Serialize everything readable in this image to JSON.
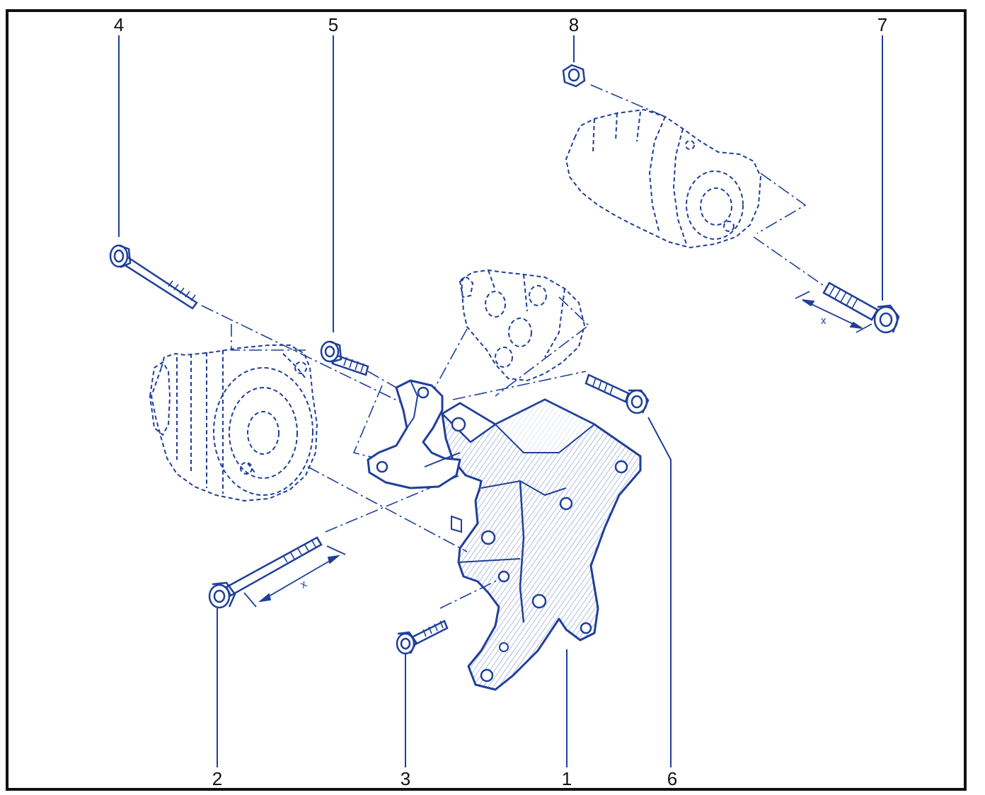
{
  "diagram": {
    "colors": {
      "ink": "#1f3f9a",
      "hatch": "#6b7fc4",
      "frame": "#111111",
      "label": "#111111"
    },
    "callouts": [
      {
        "id": "c4",
        "label": "4"
      },
      {
        "id": "c5",
        "label": "5"
      },
      {
        "id": "c8",
        "label": "8"
      },
      {
        "id": "c7",
        "label": "7"
      },
      {
        "id": "c2",
        "label": "2"
      },
      {
        "id": "c3",
        "label": "3"
      },
      {
        "id": "c1",
        "label": "1"
      },
      {
        "id": "c6",
        "label": "6"
      }
    ],
    "dimensions": [
      {
        "id": "dim-bolt-2",
        "label": "x"
      },
      {
        "id": "dim-bolt-7",
        "label": "x"
      }
    ]
  }
}
